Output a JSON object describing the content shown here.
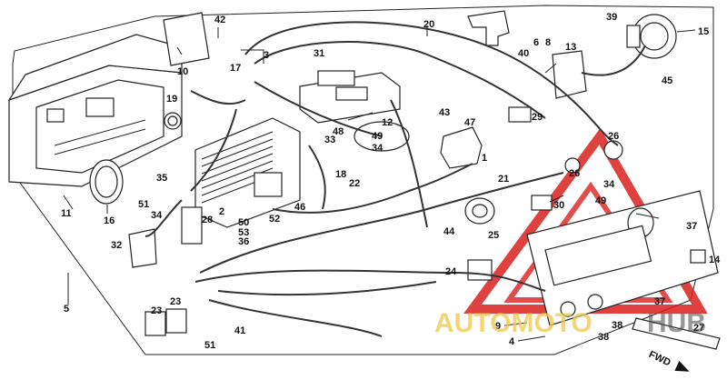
{
  "diagram": {
    "labels": [
      {
        "id": "2",
        "text": "2"
      },
      {
        "id": "3",
        "text": "3"
      },
      {
        "id": "4",
        "text": "4"
      },
      {
        "id": "5",
        "text": "5"
      },
      {
        "id": "6",
        "text": "6"
      },
      {
        "id": "8",
        "text": "8"
      },
      {
        "id": "9",
        "text": "9"
      },
      {
        "id": "10",
        "text": "10"
      },
      {
        "id": "11",
        "text": "11"
      },
      {
        "id": "12",
        "text": "12"
      },
      {
        "id": "13",
        "text": "13"
      },
      {
        "id": "14",
        "text": "14"
      },
      {
        "id": "15",
        "text": "15"
      },
      {
        "id": "16",
        "text": "16"
      },
      {
        "id": "17",
        "text": "17"
      },
      {
        "id": "18",
        "text": "18"
      },
      {
        "id": "19",
        "text": "19"
      },
      {
        "id": "20",
        "text": "20"
      },
      {
        "id": "21",
        "text": "21"
      },
      {
        "id": "22",
        "text": "22"
      },
      {
        "id": "23a",
        "text": "23"
      },
      {
        "id": "23b",
        "text": "23"
      },
      {
        "id": "24",
        "text": "24"
      },
      {
        "id": "25",
        "text": "25"
      },
      {
        "id": "26",
        "text": "26"
      },
      {
        "id": "27",
        "text": "27"
      },
      {
        "id": "28",
        "text": "28"
      },
      {
        "id": "29",
        "text": "29"
      },
      {
        "id": "30",
        "text": "30"
      },
      {
        "id": "31",
        "text": "31"
      },
      {
        "id": "32",
        "text": "32"
      },
      {
        "id": "33",
        "text": "33"
      },
      {
        "id": "34a",
        "text": "34"
      },
      {
        "id": "34b",
        "text": "34"
      },
      {
        "id": "34c",
        "text": "34"
      },
      {
        "id": "35",
        "text": "35"
      },
      {
        "id": "36",
        "text": "36"
      },
      {
        "id": "37a",
        "text": "37"
      },
      {
        "id": "37b",
        "text": "37"
      },
      {
        "id": "38a",
        "text": "38"
      },
      {
        "id": "38b",
        "text": "38"
      },
      {
        "id": "39",
        "text": "39"
      },
      {
        "id": "40",
        "text": "40"
      },
      {
        "id": "41",
        "text": "41"
      },
      {
        "id": "42",
        "text": "42"
      },
      {
        "id": "43",
        "text": "43"
      },
      {
        "id": "44",
        "text": "44"
      },
      {
        "id": "45",
        "text": "45"
      },
      {
        "id": "46",
        "text": "46"
      },
      {
        "id": "47",
        "text": "47"
      },
      {
        "id": "48",
        "text": "48"
      },
      {
        "id": "49a",
        "text": "49"
      },
      {
        "id": "49b",
        "text": "49"
      },
      {
        "id": "50",
        "text": "50"
      },
      {
        "id": "51a",
        "text": "51"
      },
      {
        "id": "51b",
        "text": "51"
      },
      {
        "id": "52",
        "text": "52"
      },
      {
        "id": "53",
        "text": "53"
      },
      {
        "id": "1",
        "text": "1"
      }
    ],
    "fwd": "FWD",
    "watermark": {
      "part1": "AUTOMOTO",
      "part2": "HUB"
    },
    "colors": {
      "logo_red": "#d8201f",
      "logo_yellow": "#f0c84a",
      "ink": "#222222"
    }
  }
}
